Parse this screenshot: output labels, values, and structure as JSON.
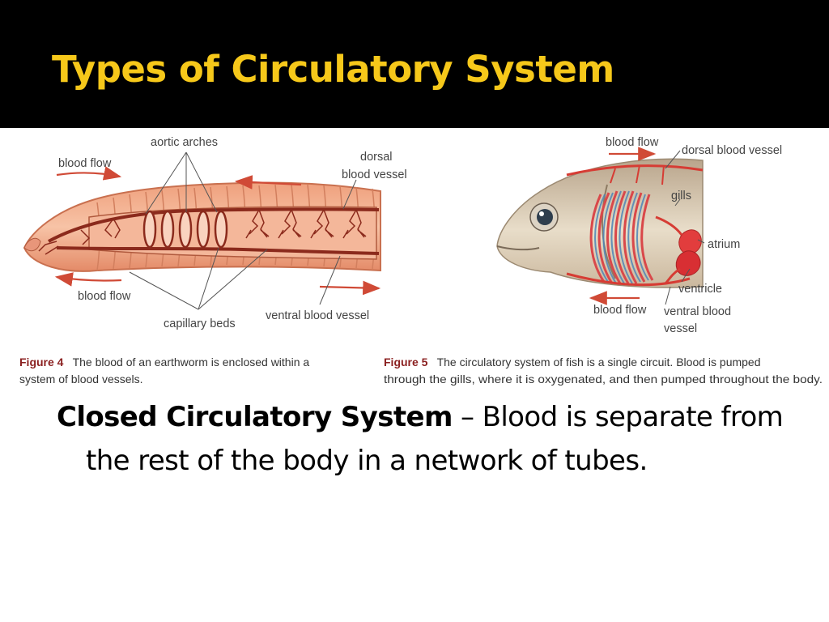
{
  "slide": {
    "title": "Types of Circulatory System",
    "colors": {
      "header_bg": "#000000",
      "title": "#f6c81a",
      "body_text": "#000000"
    }
  },
  "figure4": {
    "labels": {
      "aortic_arches": "aortic arches",
      "blood_flow_top": "blood flow",
      "dorsal_line1": "dorsal",
      "dorsal_line2": "blood vessel",
      "blood_flow_bottom": "blood flow",
      "capillary_beds": "capillary beds",
      "ventral": "ventral blood vessel"
    },
    "caption": {
      "label": "Figure 4",
      "line1": "The blood of an earthworm is enclosed within a",
      "line2": "system of blood vessels."
    }
  },
  "figure5": {
    "labels": {
      "blood_flow_top": "blood flow",
      "dorsal": "dorsal blood vessel",
      "gills": "gills",
      "atrium": "atrium",
      "ventricle": "ventricle",
      "blood_flow_bottom": "blood flow",
      "ventral_line1": "ventral blood",
      "ventral_line2": "vessel"
    },
    "caption": {
      "label": "Figure 5",
      "line1": "The circulatory system of fish is a single circuit. Blood is pumped",
      "line2": "through the gills, where it is oxygenated, and then pumped throughout the body."
    }
  },
  "body": {
    "term": "Closed Circulatory System",
    "definition": " – Blood is separate from the rest of the body in a network of tubes."
  }
}
